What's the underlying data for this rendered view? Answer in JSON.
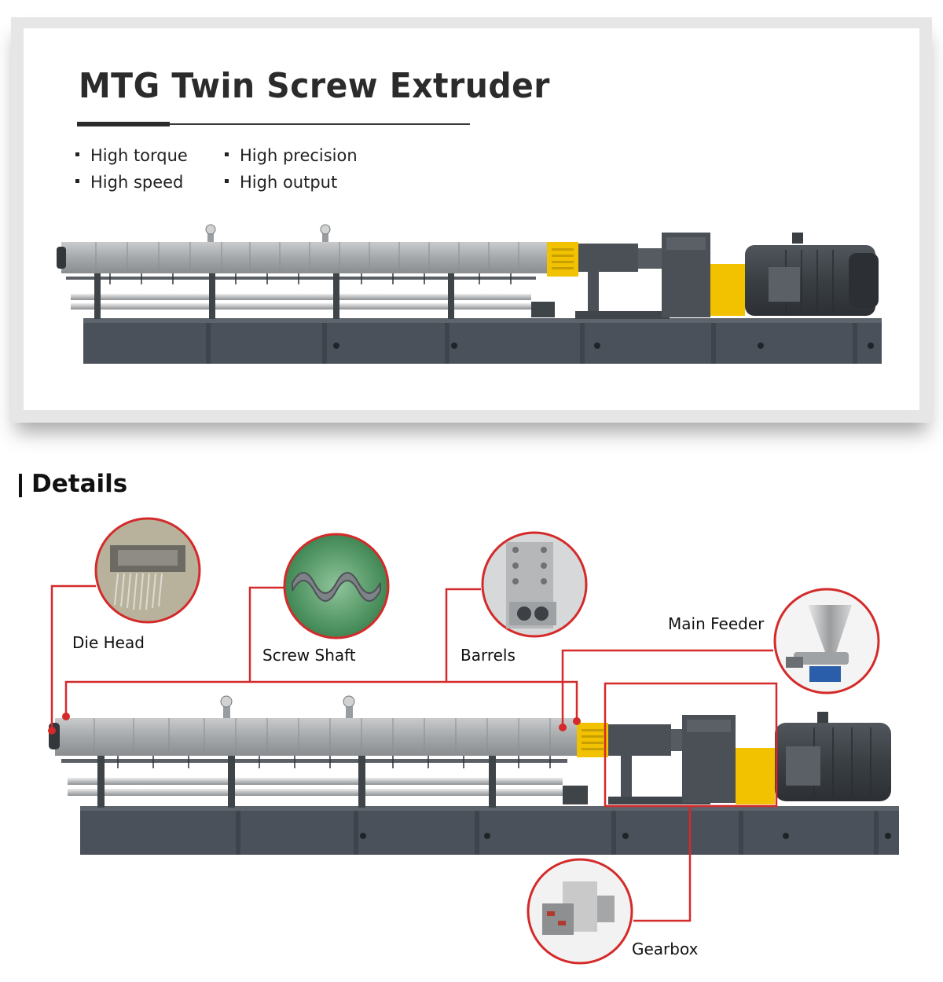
{
  "product": {
    "title": "MTG Twin Screw Extruder",
    "features": [
      "High torque",
      "High precision",
      "High speed",
      "High output"
    ]
  },
  "details": {
    "heading": "Details",
    "callouts": {
      "die_head": "Die Head",
      "screw_shaft": "Screw Shaft",
      "barrels": "Barrels",
      "main_feeder": "Main Feeder",
      "gearbox": "Gearbox"
    }
  },
  "colors": {
    "accent_red": "#d42a2a",
    "machine_base": "#4a515a",
    "barrel_steel": "#a9acae",
    "motor_dark": "#3d4247",
    "guard_yellow": "#f2c200"
  },
  "icons": [
    "extruder-machine-image",
    "die-head-image",
    "screw-shaft-image",
    "barrels-image",
    "main-feeder-image",
    "gearbox-image"
  ]
}
